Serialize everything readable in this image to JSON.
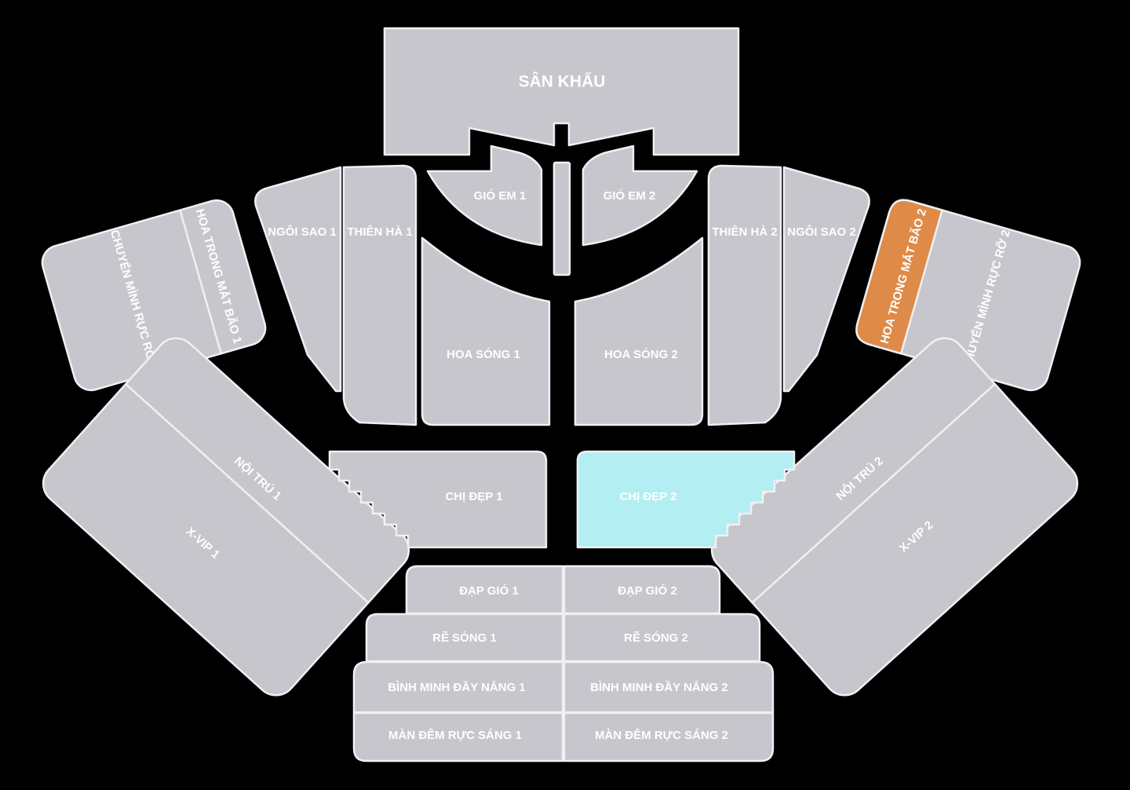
{
  "colors": {
    "background": "#000000",
    "section_fill": "#c6c6cc",
    "section_border": "#f0f0f4",
    "selected": "#de8a48",
    "highlight": "#b2eef2",
    "label": "#ffffff"
  },
  "stage": {
    "label": "SÂN KHẤU"
  },
  "sections": {
    "gio_em_1": "GIÓ EM 1",
    "gio_em_2": "GIÓ EM 2",
    "ngoi_sao_1": "NGÔI SAO 1",
    "thien_ha_1": "THIÊN HÀ 1",
    "thien_ha_2": "THIÊN HÀ 2",
    "ngoi_sao_2": "NGÔI SAO 2",
    "hoa_song_1": "HOA SÓNG 1",
    "hoa_song_2": "HOA SÓNG 2",
    "chuyen_minh_1": "CHUYỂN MÌNH RỰC RỠ 1",
    "hoa_trong_mat_bao_1": "HOA TRONG MẮT BÃO 1",
    "hoa_trong_mat_bao_2": "HOA TRONG MẮT BÃO 2",
    "chuyen_minh_2": "CHUYỂN MÌNH RỰC RỠ 2",
    "noi_tru_1": "NỘI TRÚ 1",
    "xvip_1": "X-VIP 1",
    "noi_tru_2": "NỘI TRÚ 2",
    "xvip_2": "X-VIP 2",
    "chi_dep_1": "CHỊ ĐẸP 1",
    "chi_dep_2": "CHỊ ĐẸP 2",
    "dap_gio_1": "ĐẠP GIÓ 1",
    "dap_gio_2": "ĐẠP GIÓ 2",
    "re_song_1": "RẼ SÓNG 1",
    "re_song_2": "RẼ SÓNG 2",
    "binh_minh_1": "BÌNH MINH ĐẦY NẮNG 1",
    "binh_minh_2": "BÌNH MINH ĐẦY NẮNG 2",
    "man_dem_1": "MÀN ĐÊM RỰC SÁNG 1",
    "man_dem_2": "MÀN ĐÊM RỰC SÁNG 2"
  }
}
